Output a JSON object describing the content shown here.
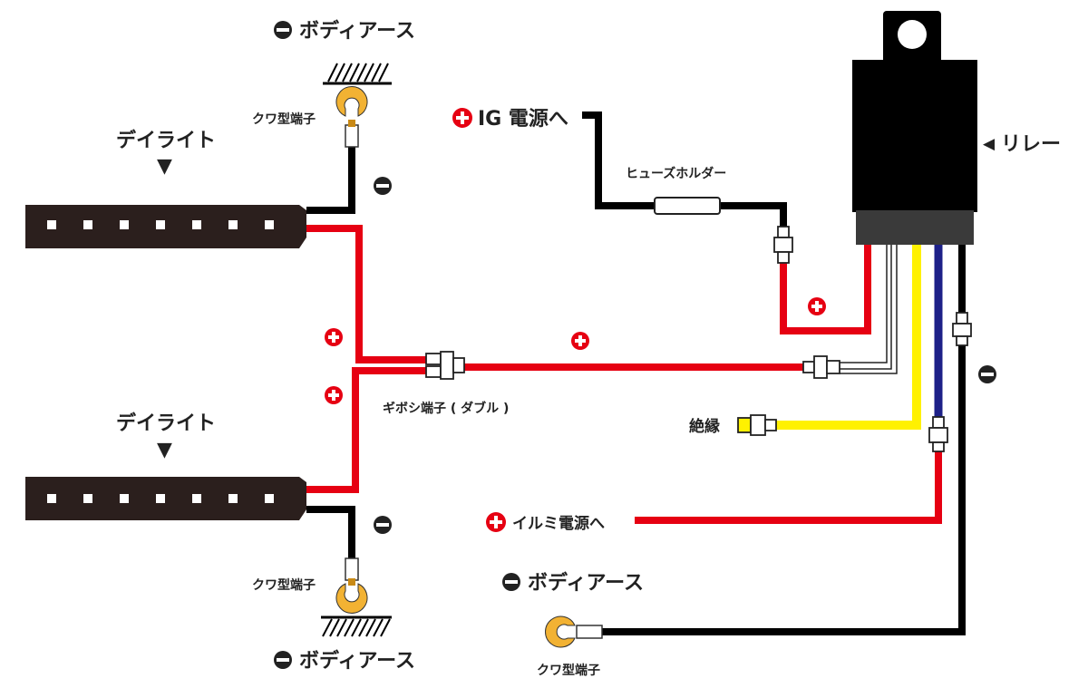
{
  "labels": {
    "body_earth_top": "ボディアース",
    "kuwa_top": "クワ型端子",
    "dlite_top": "デイライト",
    "ig_power": "IG 電源へ",
    "fuse_holder": "ヒューズホルダー",
    "relay": "リレー",
    "gibosi": "ギボシ端子 ( ダブル )",
    "dlite_bottom": "デイライト",
    "insulation": "絶縁",
    "kuwa_bottom": "クワ型端子",
    "body_earth_bottom": "ボディアース",
    "illumi_power": "イルミ電源へ",
    "body_earth_right": "ボディアース",
    "kuwa_right": "クワ型端子"
  },
  "symbols": {
    "plus": "+",
    "minus": "−",
    "down_arrow": "▼",
    "left_arrow": "◀"
  },
  "colors": {
    "red_wire": "#e60012",
    "black_wire": "#000000",
    "yellow_wire": "#fff100",
    "blue_wire": "#1d2088",
    "led_body": "#2b1f1d",
    "terminal_gold": "#f2b233"
  }
}
